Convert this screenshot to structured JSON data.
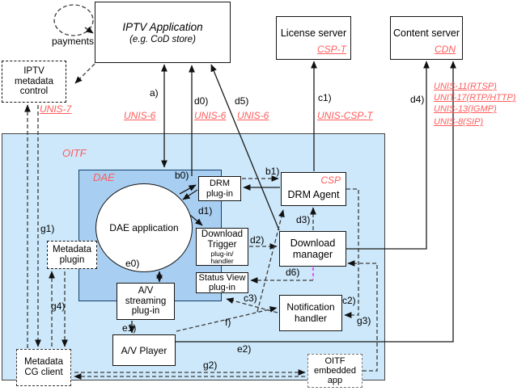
{
  "colors": {
    "accent_red": "#ff5c5c",
    "magenta_segment": "#ff00ff",
    "oitf_fill": "#cde8fa",
    "dae_fill": "#a8cff2"
  },
  "external": {
    "payments_label": "payments",
    "iptv_app_title": "IPTV Application",
    "iptv_app_subtitle": "(e.g. CoD store)",
    "iptv_metadata_control": "IPTV\nmetadata\ncontrol",
    "license_server_title": "License server",
    "license_server_tag": "CSP-T",
    "content_server_title": "Content server",
    "content_server_tag": "CDN"
  },
  "interfaces": {
    "unis7": "UNIS-7",
    "unis6_a": "UNIS-6",
    "unis6_d0": "UNIS-6",
    "unis6_d5": "UNIS-6",
    "unis_csp_t": "UNIS-CSP-T",
    "cdn_protocols": [
      "UNIS-11(RTSP)",
      "UNIT-17(RTP/HTTP)",
      "UNIS-13(IGMP)",
      "UNIS-8(SIP)"
    ]
  },
  "oitf": {
    "label": "OITF",
    "dae_label": "DAE",
    "dae_application": "DAE application",
    "drm_plugin": "DRM\nplug-in",
    "download_trigger_title": "Download\nTrigger",
    "download_trigger_sub": "plug-in/\nhandler",
    "status_view": "Status View\nplug-in",
    "av_streaming": "A/V\nstreaming\nplug-in",
    "av_player": "A/V Player",
    "metadata_plugin": "Metadata\nplugin",
    "metadata_cg_client": "Metadata\nCG client",
    "oitf_embedded_app": "OITF\nembedded\napp",
    "csp_label": "CSP",
    "drm_agent": "DRM Agent",
    "download_manager": "Download\nmanager",
    "notification_handler": "Notification\nhandler"
  },
  "connector_labels": {
    "a": "a)",
    "b0": "b0)",
    "b1": "b1)",
    "c1": "c1)",
    "c2": "c2)",
    "c3": "c3)",
    "d0": "d0)",
    "d1": "d1)",
    "d2": "d2)",
    "d3": "d3)",
    "d4": "d4)",
    "d5": "d5)",
    "d6": "d6)",
    "e0": "e0)",
    "e1": "e1)",
    "e2": "e2)",
    "f": "f)",
    "g1": "g1)",
    "g2": "g2)",
    "g3": "g3)",
    "g4": "g4)"
  }
}
